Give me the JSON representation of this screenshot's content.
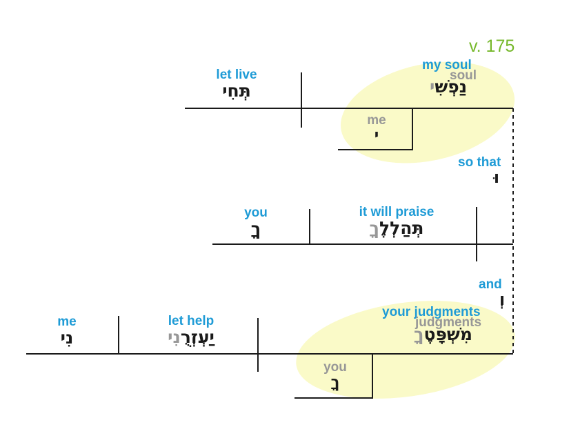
{
  "colors": {
    "gloss_blue": "#1E9BD6",
    "gloss_gray": "#979797",
    "verse_green": "#76B82B",
    "highlight_yellow": "#FAFAC8",
    "line_black": "#1A1A1A"
  },
  "verse": {
    "label": "v. 175"
  },
  "clause1": {
    "verb": {
      "gloss": "let live",
      "hebrew": "תְּחִי"
    },
    "subject": {
      "gloss": "my soul",
      "gloss_root": "soul",
      "hebrew_stem": "נַפְשִׁ",
      "hebrew_suffix": "י"
    },
    "suffix": {
      "gloss": "me",
      "hebrew": "י"
    }
  },
  "connector1": {
    "gloss": "so that",
    "hebrew": "וּ"
  },
  "clause2": {
    "object": {
      "gloss": "you",
      "hebrew": "ךָ"
    },
    "verb": {
      "gloss": "it will praise",
      "hebrew_stem": "תְּהַלְלֶ",
      "hebrew_suffix": "ךָ"
    }
  },
  "connector2": {
    "gloss": "and",
    "hebrew": "וְ"
  },
  "clause3": {
    "object": {
      "gloss": "me",
      "hebrew": "נִי"
    },
    "verb": {
      "gloss": "let help",
      "hebrew_stem": "יַעְזְרֻ",
      "hebrew_suffix": "נִי"
    },
    "subject": {
      "gloss": "your judgments",
      "gloss_root": "judgments",
      "hebrew_stem": "מִשְׁפָּטֶ",
      "hebrew_suffix": "ךָ"
    },
    "suffix": {
      "gloss": "you",
      "hebrew": "ךָ"
    }
  }
}
